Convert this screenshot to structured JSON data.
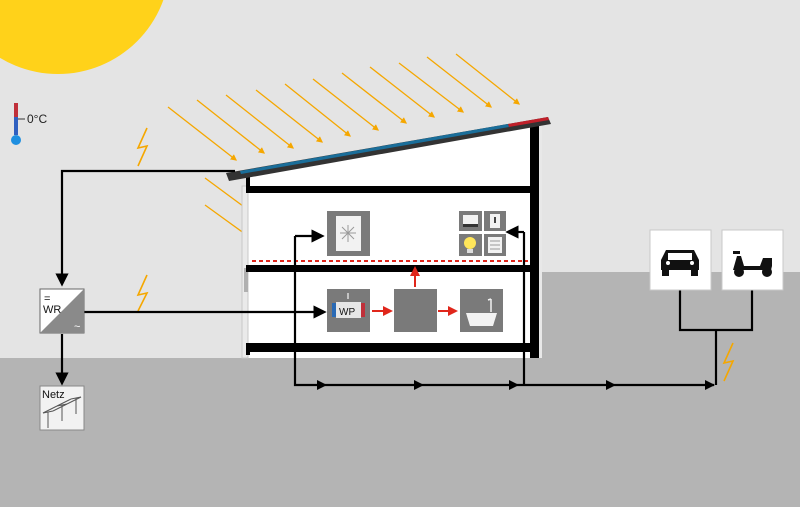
{
  "temperature": {
    "label": "0°C"
  },
  "inverter": {
    "dc_symbol": "=",
    "label": "WR",
    "ac_symbol": "~"
  },
  "grid": {
    "label": "Netz"
  },
  "heat_pump": {
    "label": "WP"
  },
  "colors": {
    "sky": "#e4e4e4",
    "ground": "#b4b4b4",
    "sun": "#ffd21a",
    "sun_ray": "#f5a700",
    "lightning": "#f5a700",
    "flow_line": "#000000",
    "heat_flow": "#e0261b",
    "device_box": "#808080",
    "panel": "#1a6e9a"
  }
}
